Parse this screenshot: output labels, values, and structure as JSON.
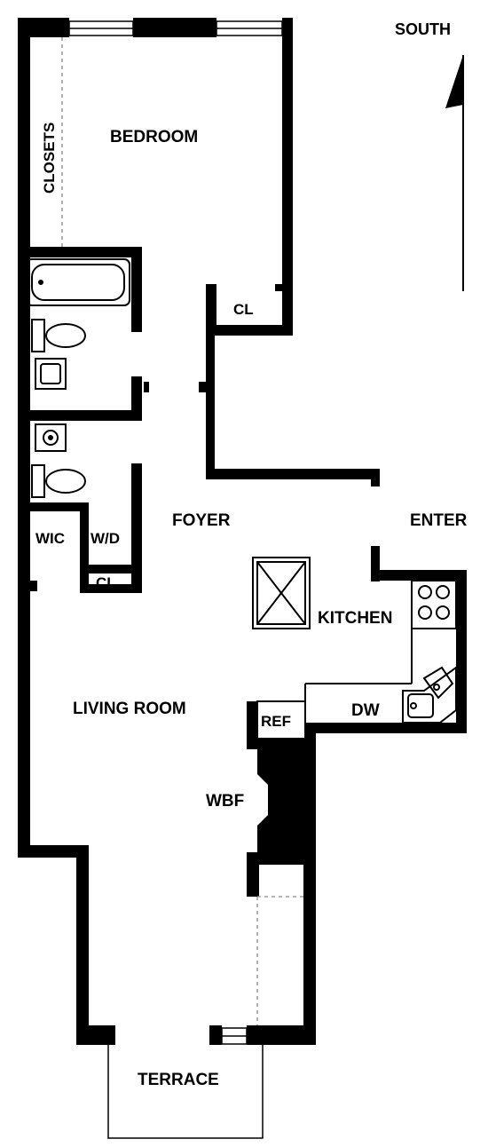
{
  "labels": {
    "south": "SOUTH",
    "bedroom": "BEDROOM",
    "closets": "CLOSETS",
    "bedroom_closet": "CL",
    "foyer": "FOYER",
    "enter": "ENTER",
    "wic": "WIC",
    "wd": "W/D",
    "hall_closet": "CL",
    "kitchen": "KITCHEN",
    "living_room": "LIVING ROOM",
    "ref": "REF",
    "dw": "DW",
    "wbf": "WBF",
    "terrace": "TERRACE"
  },
  "icons": {
    "compass": "north-arrow-icon",
    "skylight": "skylight-icon",
    "bathtub": "bathtub-icon",
    "toilet": "toilet-icon",
    "sink": "sink-icon",
    "stove": "stove-icon",
    "kitchen_sink": "kitchen-sink-icon",
    "fireplace": "fireplace-icon"
  },
  "colors": {
    "wall": "#000000",
    "background": "#ffffff",
    "dashed_line": "#9a9a9a"
  }
}
